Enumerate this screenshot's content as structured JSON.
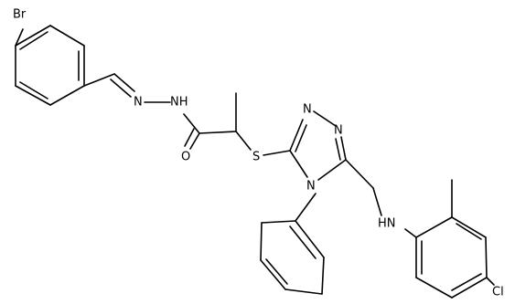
{
  "molecule": {
    "atom_labels": [
      {
        "key": "br",
        "text": "Br"
      },
      {
        "key": "n_imine",
        "text": "N"
      },
      {
        "key": "nh_hydrazide",
        "text": "NH"
      },
      {
        "key": "o_carbonyl",
        "text": "O"
      },
      {
        "key": "s_thioether",
        "text": "S"
      },
      {
        "key": "n_triazole_1",
        "text": "N"
      },
      {
        "key": "n_triazole_2",
        "text": "N"
      },
      {
        "key": "n_triazole_4",
        "text": "N"
      },
      {
        "key": "nh_amine",
        "text": "HN"
      },
      {
        "key": "cl",
        "text": "Cl"
      }
    ]
  }
}
